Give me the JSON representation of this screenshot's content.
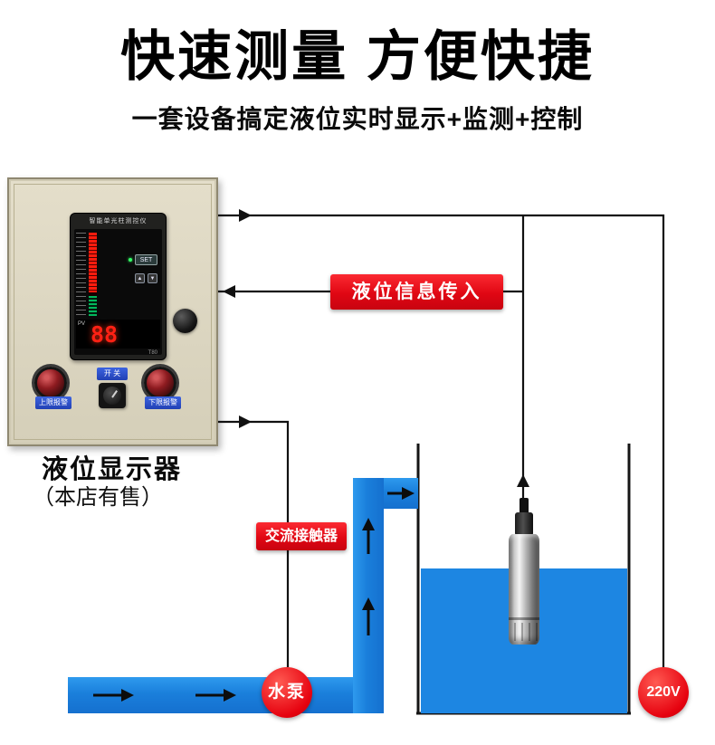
{
  "header": {
    "title": "快速测量 方便快捷",
    "subtitle": "一套设备搞定液位实时显示+监测+控制"
  },
  "panel": {
    "caption_title": "液位显示器",
    "caption_sub": "（本店有售）",
    "meter": {
      "name": "智能单光柱测控仪",
      "set_label": "SET",
      "up_symbol": "▲",
      "down_symbol": "▼",
      "pv_label": "PV",
      "reading": "88",
      "model": "T80"
    },
    "alarm_upper_label": "上限报警",
    "alarm_lower_label": "下限报警",
    "switch_label": "开 关"
  },
  "annotations": {
    "signal_banner": "液位信息传入",
    "contactor_banner": "交流接触器",
    "pump_label": "水泵",
    "power_label": "220V"
  },
  "colors": {
    "pipe_water_blue": "#1d86e2",
    "banner_red": "#e00713",
    "node_red": "#e6020f",
    "cabinet_beige": "#dcd6c1",
    "tag_blue": "#2140b4",
    "wire_black": "#111111"
  }
}
